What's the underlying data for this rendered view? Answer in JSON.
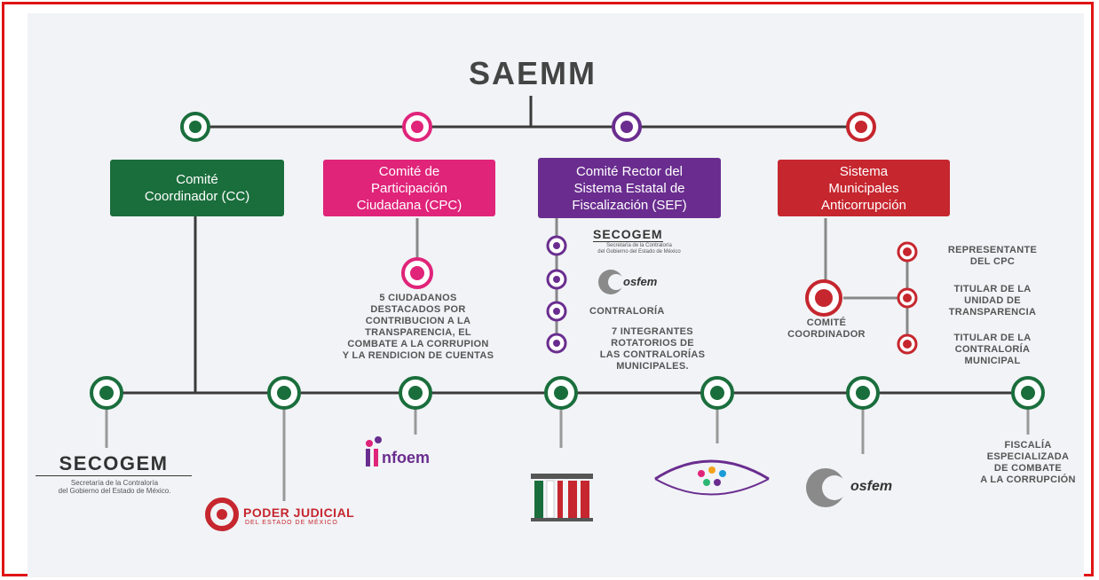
{
  "title": "SAEMM",
  "colors": {
    "green": "#1a6e3c",
    "magenta": "#e0247a",
    "purple": "#6a2d8f",
    "red": "#c6262e",
    "line": "#3a3a3a",
    "border": "#e01414"
  },
  "boxes": {
    "cc": [
      "Comité",
      "Coordinador (CC)"
    ],
    "cpc": [
      "Comité de",
      "Participación",
      "Ciudadana (CPC)"
    ],
    "sef": [
      "Comité Rector del",
      "Sistema Estatal de",
      "Fiscalización (SEF)"
    ],
    "sma": [
      "Sistema",
      "Municipales",
      "Anticorrupción"
    ]
  },
  "cpc_text": "5 CIUDADANOS\nDESTACADOS POR\nCONTRIBUCION A LA\nTRANSPARENCIA, EL\nCOMBATE A LA CORRUPION\nY LA RENDICION DE CUENTAS",
  "sef_items": {
    "secogem": "SECOGEM",
    "secogem_sub": "Secretaría de la Contraloría\ndel Gobierno del Estado de México",
    "osfem": "osfem",
    "contraloria": "CONTRALORÍA",
    "integrantes": "7 INTEGRANTES\nROTATORIOS DE\nLAS CONTRALORÍAS\nMUNICIPALES."
  },
  "sma_items": {
    "comite": "COMITÉ\nCOORDINADOR",
    "representante": "REPRESENTANTE\nDEL CPC",
    "titular_transparencia": "TITULAR DE LA\nUNIDAD DE\nTRANSPARENCIA",
    "titular_contraloria": "TITULAR DE LA\nCONTRALORÍA\nMUNICIPAL"
  },
  "bottom": {
    "secogem": "SECOGEM",
    "secogem_sub": "Secretaría de la Contraloría\ndel Gobierno del Estado de México.",
    "poder_judicial": "PODER JUDICIAL",
    "poder_judicial_sub": "DEL ESTADO DE MÉXICO",
    "infoem": "nfoem",
    "osfem": "osfem",
    "fiscalia": "FISCALÍA\nESPECIALIZADA\nDE COMBATE\nA LA CORRUPCIÓN"
  }
}
